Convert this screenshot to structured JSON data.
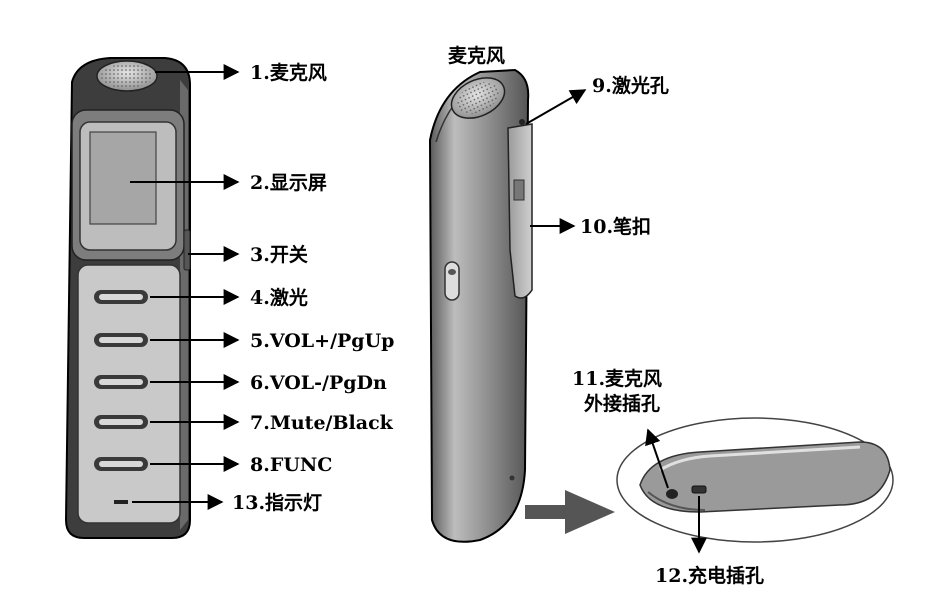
{
  "front_labels": [
    "1.麦克风",
    "2.显示屏",
    "3.开关",
    "4.激光",
    "5.VOL+/PgUp",
    "6.VOL-/PgDn",
    "7.Mute/Black",
    "8.FUNC",
    "13.指示灯"
  ],
  "side_top_label": "麦克风",
  "side_labels": [
    "9.激光孔",
    "10.笔扣"
  ],
  "detail_labels": {
    "mic_jack_line1": "11.麦克风",
    "mic_jack_line2": "外接插孔",
    "charge": "12.充电插孔"
  },
  "colors": {
    "body_dark": "#3a3a3a",
    "body_gray": "#8c8c8c",
    "panel_light": "#c8c8c8",
    "screen": "#a9a9a9"
  }
}
